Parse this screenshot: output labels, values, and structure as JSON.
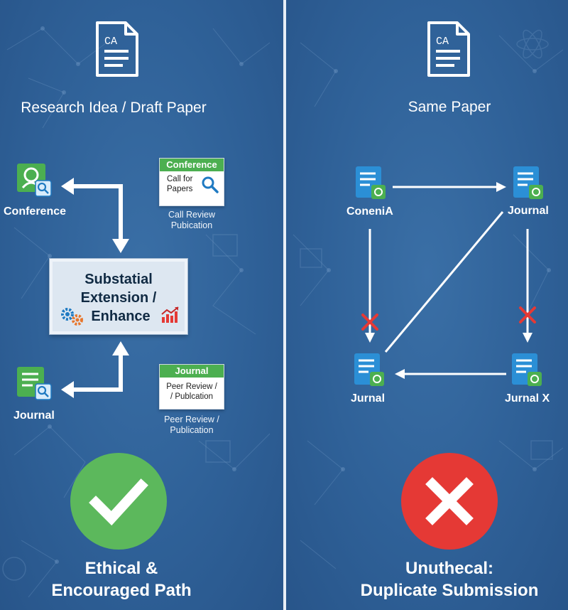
{
  "left": {
    "title": "Research Idea / Draft Paper",
    "conference_label": "Conference",
    "conference_card": {
      "header": "Conference",
      "body": [
        "Call for",
        "Papers"
      ],
      "caption": [
        "Call Review",
        "Pubication"
      ]
    },
    "extension_box": [
      "Substatial",
      "Extension /",
      "Enhance"
    ],
    "journal_label": "Journal",
    "journal_card": {
      "header": "Journal",
      "body": [
        "Peer Review /",
        "/ Publcation"
      ],
      "caption": [
        "Peer Review /",
        "Publication"
      ]
    },
    "verdict": [
      "Ethical &",
      "Encouraged Path"
    ]
  },
  "right": {
    "title": "Same Paper",
    "node_top_left": "ConeniA",
    "node_top_right": "Journal",
    "node_bottom_left": "Jurnal",
    "node_bottom_right": "Jurnal X",
    "verdict": [
      "Unuthecal:",
      "Duplicate Submission"
    ]
  },
  "icons": {
    "doc_glyph": "CA",
    "draft_doc": "document-icon",
    "check": "checkmark-icon",
    "cross": "x-mark-icon"
  },
  "colors": {
    "background": "#2f6198",
    "accent_green": "#4caf50",
    "check_circle": "#5cb85c",
    "cross_circle": "#e53935",
    "doc_blue": "#2b8fd6",
    "forbidden_red": "#e53935"
  }
}
